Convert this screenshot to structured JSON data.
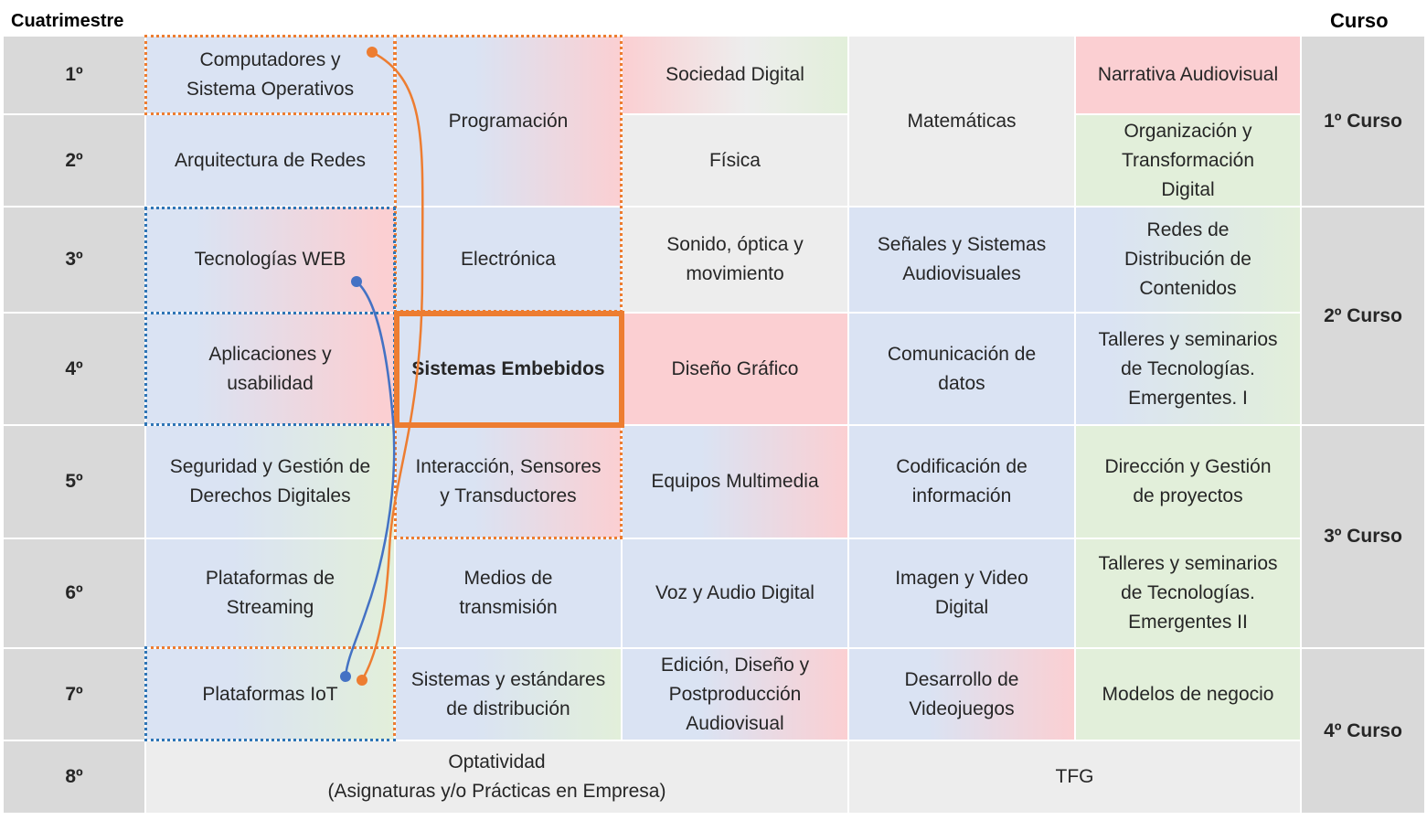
{
  "headers": {
    "semester": "Cuatrimestre",
    "course": "Curso"
  },
  "semesters": [
    "1º",
    "2º",
    "3º",
    "4º",
    "5º",
    "6º",
    "7º",
    "8º"
  ],
  "courses": [
    "1º Curso",
    "2º Curso",
    "3º Curso",
    "4º Curso"
  ],
  "subjects": {
    "computadores": "Computadores y\nSistema Operativos",
    "programacion": "Programación",
    "sociedad": "Sociedad Digital",
    "matematicas": "Matemáticas",
    "narrativa": "Narrativa Audiovisual",
    "arquitectura": "Arquitectura de Redes",
    "fisica": "Física",
    "organizacion": "Organización y\nTransformación\nDigital",
    "tecweb": "Tecnologías WEB",
    "electronica": "Electrónica",
    "sonido": "Sonido, óptica y\nmovimiento",
    "senales": "Señales y Sistemas\nAudiovisuales",
    "redes": "Redes  de\nDistribución de\nContenidos",
    "aplicaciones": "Aplicaciones y\nusabilidad",
    "embebidos": "Sistemas Embebidos",
    "diseno": "Diseño Gráfico",
    "comunicacion": "Comunicación de\ndatos",
    "talleres1": "Talleres y seminarios\nde Tecnologías.\nEmergentes. I",
    "seguridad": "Seguridad y Gestión de\nDerechos Digitales",
    "interaccion": "Interacción, Sensores\ny Transductores",
    "equipos": "Equipos Multimedia",
    "codificacion": "Codificación de\ninformación",
    "direccion": "Dirección y Gestión\nde proyectos",
    "plataformas": "Plataformas de\nStreaming",
    "medios": "Medios de\ntransmisión",
    "voz": "Voz y Audio Digital",
    "imagen": "Imagen y Video\nDigital",
    "talleres2": "Talleres y seminarios\nde Tecnologías.\nEmergentes II",
    "iot": "Plataformas IoT",
    "sistemas": "Sistemas y estándares\nde distribución",
    "edicion": "Edición, Diseño y\nPostproducción\nAudiovisual",
    "videojuegos": "Desarrollo de\nVideojuegos",
    "modelos": "Modelos de negocio",
    "optatividad": "Optatividad\n(Asignaturas y/o Prácticas en Empresa)",
    "tfg": "TFG"
  },
  "colors": {
    "orange": "#ed7d31",
    "blue_link": "#4472c4",
    "cell_blue": "#dae3f3",
    "cell_pink": "#fbcfd2",
    "cell_green": "#e2efda",
    "cell_grey": "#ededed",
    "header_grey": "#d9d9d9"
  }
}
